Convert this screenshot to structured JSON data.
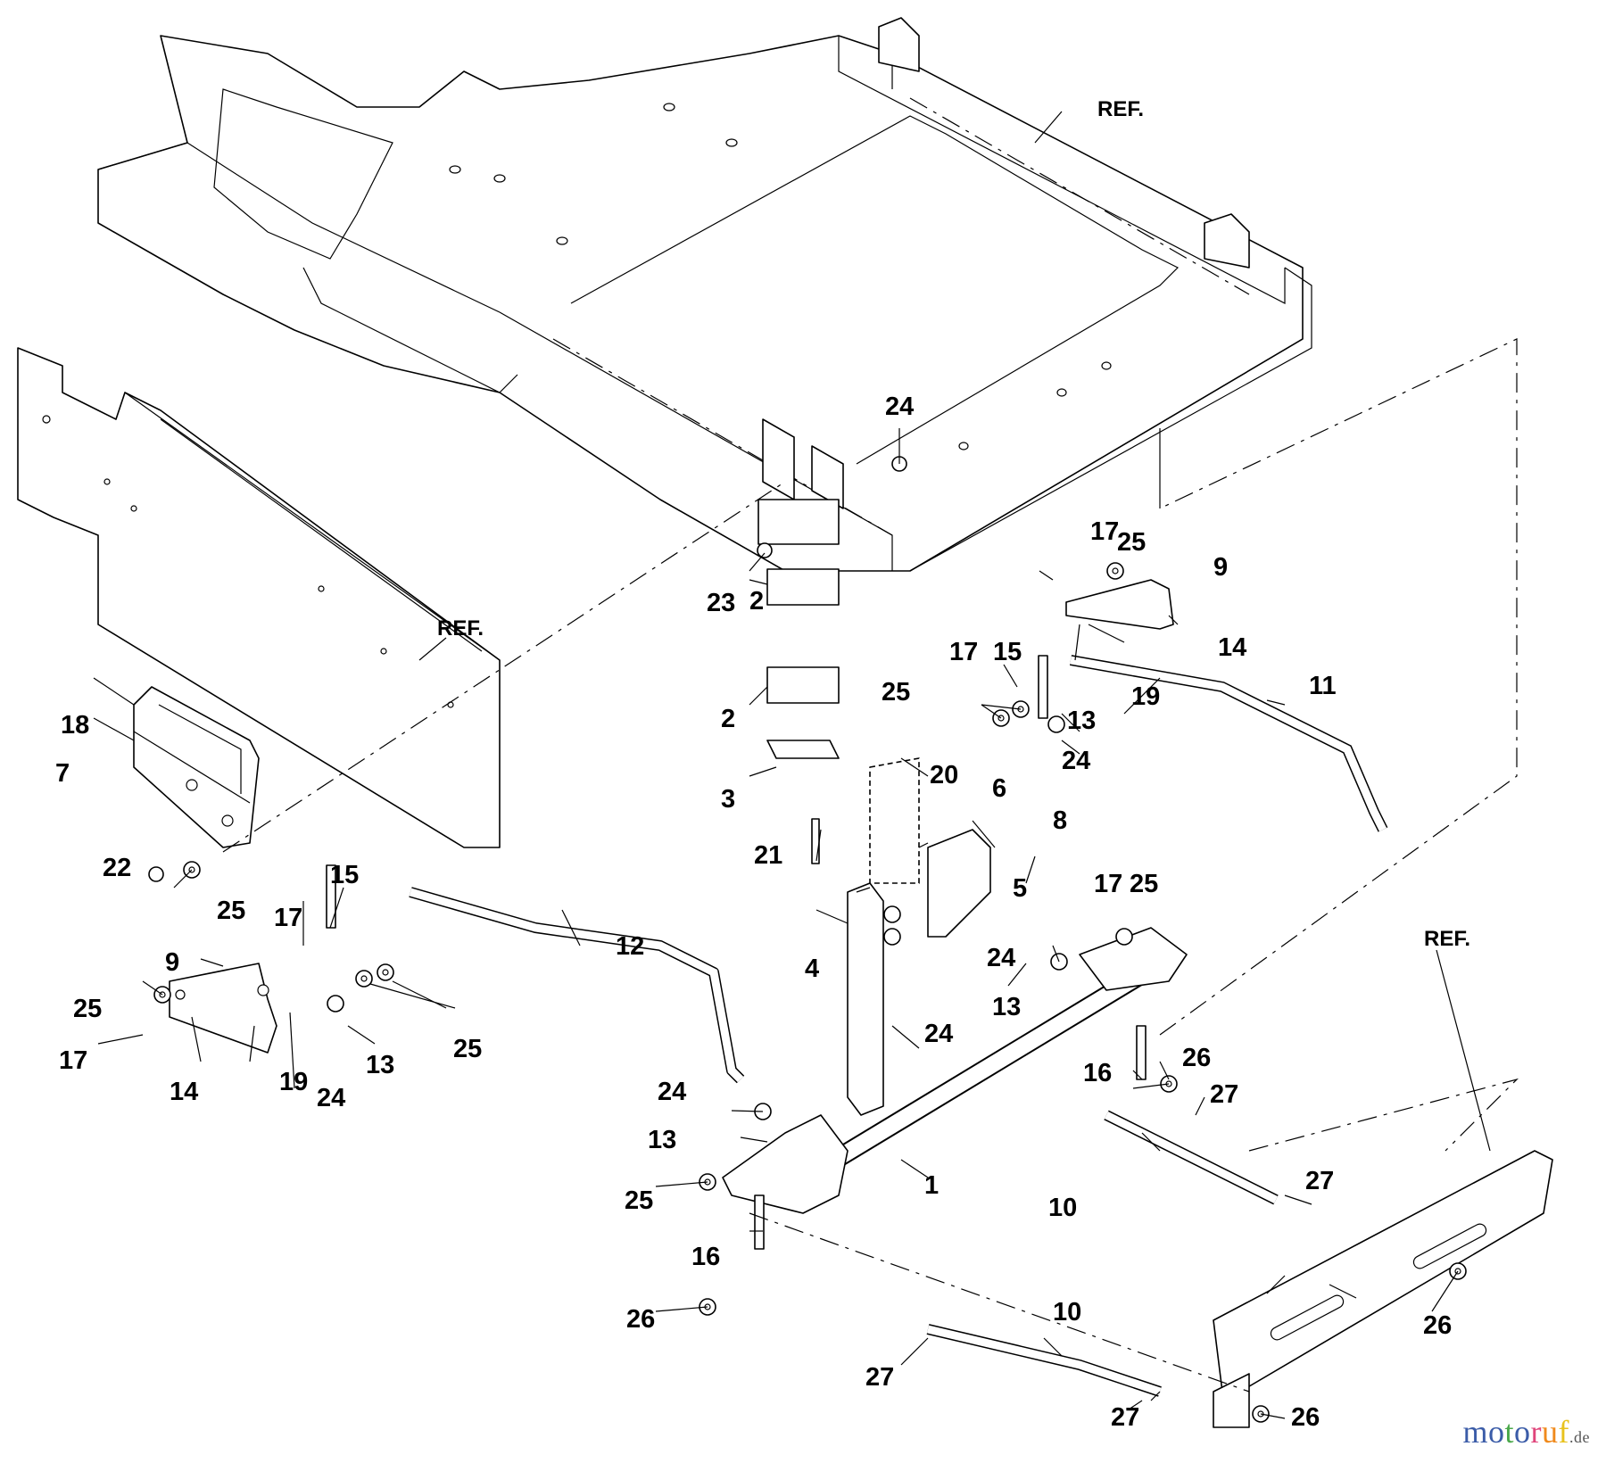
{
  "diagram": {
    "type": "exploded-parts-diagram",
    "subject": "Mower deck lift linkage and frame",
    "reference_label": "REF.",
    "callouts": [
      {
        "id": "c1",
        "text": "1"
      },
      {
        "id": "c2a",
        "text": "2"
      },
      {
        "id": "c2b",
        "text": "2"
      },
      {
        "id": "c3",
        "text": "3"
      },
      {
        "id": "c4",
        "text": "4"
      },
      {
        "id": "c5",
        "text": "5"
      },
      {
        "id": "c6",
        "text": "6"
      },
      {
        "id": "c7",
        "text": "7"
      },
      {
        "id": "c8",
        "text": "8"
      },
      {
        "id": "c9a",
        "text": "9"
      },
      {
        "id": "c9b",
        "text": "9"
      },
      {
        "id": "c10a",
        "text": "10"
      },
      {
        "id": "c10b",
        "text": "10"
      },
      {
        "id": "c11",
        "text": "11"
      },
      {
        "id": "c12",
        "text": "12"
      },
      {
        "id": "c13a",
        "text": "13"
      },
      {
        "id": "c13b",
        "text": "13"
      },
      {
        "id": "c13c",
        "text": "13"
      },
      {
        "id": "c13d",
        "text": "13"
      },
      {
        "id": "c14a",
        "text": "14"
      },
      {
        "id": "c14b",
        "text": "14"
      },
      {
        "id": "c15a",
        "text": "15"
      },
      {
        "id": "c15b",
        "text": "15"
      },
      {
        "id": "c16a",
        "text": "16"
      },
      {
        "id": "c16b",
        "text": "16"
      },
      {
        "id": "c17a",
        "text": "17"
      },
      {
        "id": "c17b",
        "text": "17"
      },
      {
        "id": "c17c",
        "text": "17"
      },
      {
        "id": "c17d",
        "text": "17"
      },
      {
        "id": "c17e",
        "text": "17"
      },
      {
        "id": "c18",
        "text": "18"
      },
      {
        "id": "c19a",
        "text": "19"
      },
      {
        "id": "c19b",
        "text": "19"
      },
      {
        "id": "c20",
        "text": "20"
      },
      {
        "id": "c21",
        "text": "21"
      },
      {
        "id": "c22",
        "text": "22"
      },
      {
        "id": "c23",
        "text": "23"
      },
      {
        "id": "c24a",
        "text": "24"
      },
      {
        "id": "c24b",
        "text": "24"
      },
      {
        "id": "c24c",
        "text": "24"
      },
      {
        "id": "c24d",
        "text": "24"
      },
      {
        "id": "c24e",
        "text": "24"
      },
      {
        "id": "c24f",
        "text": "24"
      },
      {
        "id": "c25a",
        "text": "25"
      },
      {
        "id": "c25b",
        "text": "25"
      },
      {
        "id": "c25c",
        "text": "25"
      },
      {
        "id": "c25d",
        "text": "25"
      },
      {
        "id": "c25e",
        "text": "25"
      },
      {
        "id": "c25f",
        "text": "25"
      },
      {
        "id": "c25g",
        "text": "25"
      },
      {
        "id": "c26a",
        "text": "26"
      },
      {
        "id": "c26b",
        "text": "26"
      },
      {
        "id": "c26c",
        "text": "26"
      },
      {
        "id": "c26d",
        "text": "26"
      },
      {
        "id": "c27a",
        "text": "27"
      },
      {
        "id": "c27b",
        "text": "27"
      },
      {
        "id": "c27c",
        "text": "27"
      },
      {
        "id": "c27d",
        "text": "27"
      }
    ]
  },
  "watermark": {
    "letters": [
      {
        "ch": "m",
        "color": "#3b5ca8"
      },
      {
        "ch": "o",
        "color": "#3b5ca8"
      },
      {
        "ch": "t",
        "color": "#4aa84a"
      },
      {
        "ch": "o",
        "color": "#3b5ca8"
      },
      {
        "ch": "r",
        "color": "#e0457b"
      },
      {
        "ch": "u",
        "color": "#f08a1c"
      },
      {
        "ch": "f",
        "color": "#e8c21c"
      }
    ],
    "suffix": ".de"
  }
}
